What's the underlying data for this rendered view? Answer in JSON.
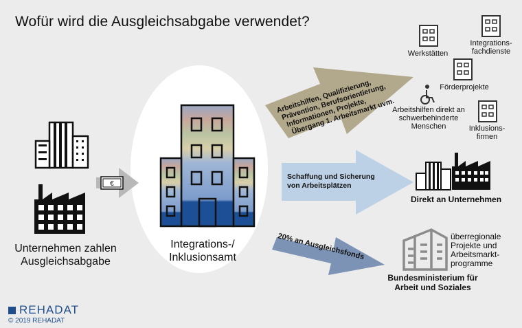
{
  "title": "Wofür wird die Ausgleichsabgabe verwendet?",
  "sources": {
    "label_line1": "Unternehmen zahlen",
    "label_line2": "Ausgleichsabgabe"
  },
  "center": {
    "label_line1": "Integrations-/",
    "label_line2": "Inklusionsamt"
  },
  "money_icon": "euro-banknote-icon",
  "arrows": {
    "top": {
      "text_lines": [
        "Arbeitshilfen, Qualifizierung,",
        "Prävention, Berufsorientierung,",
        "Informationen, Projekte,",
        "Übergang 1. Arbeitsmarkt uvm."
      ],
      "color": "#b2a88b"
    },
    "middle": {
      "text_line1": "Schaffung und Sicherung",
      "text_line2": "von Arbeitsplätzen",
      "color": "#bcd0e6"
    },
    "bottom": {
      "text": "20% an Ausgleichsfonds",
      "color": "#7c93b6"
    }
  },
  "targets": {
    "werkstaetten": "Werkstätten",
    "integrationsfachdienste_line1": "Integrations-",
    "integrationsfachdienste_line2": "fachdienste",
    "foerderprojekte": "Förderprojekte",
    "arbeitshilfen_line1": "Arbeitshilfen direkt an",
    "arbeitshilfen_line2": "schwerbehinderte",
    "arbeitshilfen_line3": "Menschen",
    "inklusionsfirmen_line1": "Inklusions-",
    "inklusionsfirmen_line2": "firmen",
    "direkt": "Direkt an Unternehmen",
    "programme_line1": "überregionale",
    "programme_line2": "Projekte und",
    "programme_line3": "Arbeitsmarkt-",
    "programme_line4": "programme",
    "ministerium_line1": "Bundesministerium für",
    "ministerium_line2": "Arbeit und Soziales"
  },
  "footer": {
    "logo": "REHADAT",
    "copyright": "© 2019 REHADAT"
  },
  "colors": {
    "background": "#ececec",
    "brand_blue": "#1f4e8c",
    "building_blue": "#7d9ccc",
    "building_dark": "#1c4f96"
  }
}
